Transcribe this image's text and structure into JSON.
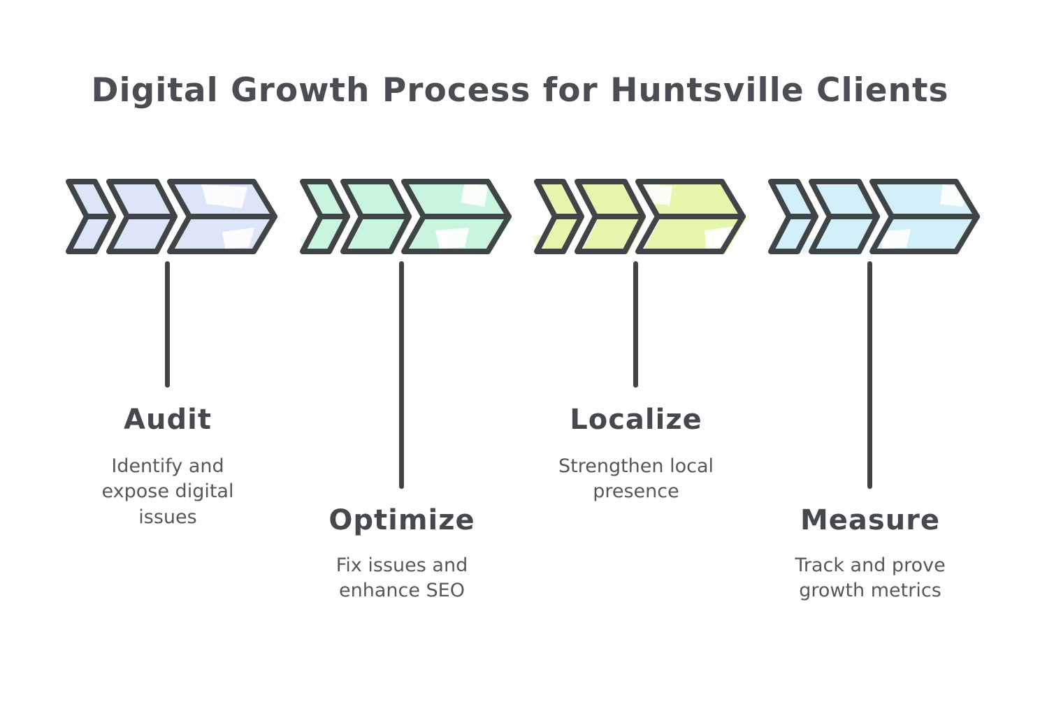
{
  "title": "Digital Growth Process for Huntsville Clients",
  "colors": {
    "outline": "#3f4447",
    "title_text": "#4a4e52",
    "heading_text": "#45494d",
    "description_text": "#53585b",
    "background": "#ffffff"
  },
  "stages": [
    {
      "label": "Audit",
      "description": "Identify and expose digital issues",
      "color": "#dde6f8"
    },
    {
      "label": "Optimize",
      "description": "Fix issues and enhance SEO",
      "color": "#c9f5de"
    },
    {
      "label": "Localize",
      "description": "Strengthen local presence",
      "color": "#e4f7ad"
    },
    {
      "label": "Measure",
      "description": "Track and prove growth metrics",
      "color": "#d3effa"
    }
  ]
}
